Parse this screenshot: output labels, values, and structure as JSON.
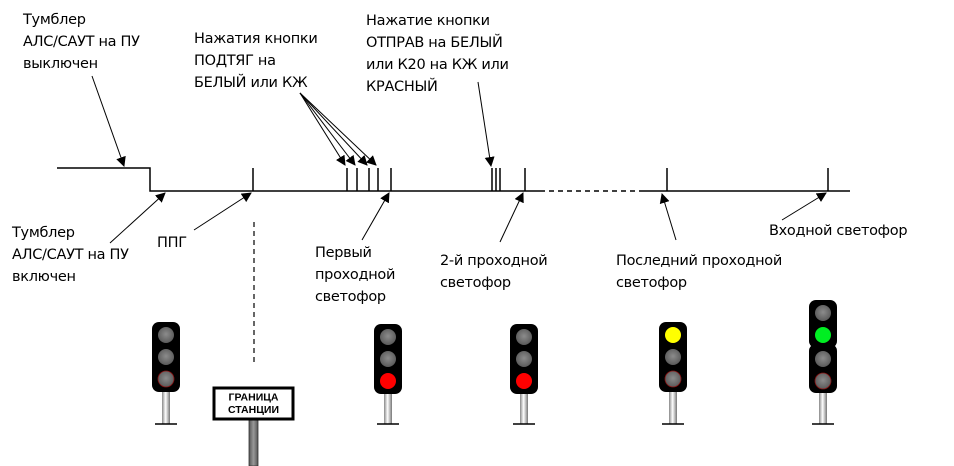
{
  "labels": {
    "switch_off": "Тумблер\nАЛС/САУТ на ПУ\nвыключен",
    "switch_on": "Тумблер\nАЛС/САУТ на ПУ\nвключен",
    "podtyag": "Нажатия кнопки\nПОДТЯГ на\nБЕЛЫЙ или КЖ",
    "otprav": "Нажатие кнопки\nОТПРАВ на БЕЛЫЙ\nили К20 на КЖ или\nКРАСНЫЙ",
    "ppg": "ППГ",
    "first_signal": "Первый\nпроходной\nсветофор",
    "second_signal": "2-й проходной\nсветофор",
    "last_signal": "Последний проходной\nсветофор",
    "entry_signal": "Входной светофор"
  },
  "boundary_sign": {
    "line1": "ГРАНИЦА",
    "line2": "СТАНЦИИ"
  },
  "signals": [
    {
      "name": "signal-before-ppg",
      "lamps": [
        "off",
        "off",
        "dim-red"
      ]
    },
    {
      "name": "first-block-signal",
      "lamps": [
        "off",
        "off",
        "red"
      ]
    },
    {
      "name": "second-block-signal",
      "lamps": [
        "off",
        "off",
        "red"
      ]
    },
    {
      "name": "last-block-signal",
      "lamps": [
        "yellow",
        "off",
        "dim-red"
      ]
    },
    {
      "name": "entry-signal",
      "lamps": [
        "off",
        "green",
        "off",
        "dim-red"
      ]
    }
  ],
  "colors": {
    "red": "#ff0000",
    "yellow": "#ffff00",
    "green": "#00ee22",
    "lamp_off": "#7a7a7a",
    "housing": "#000000"
  }
}
